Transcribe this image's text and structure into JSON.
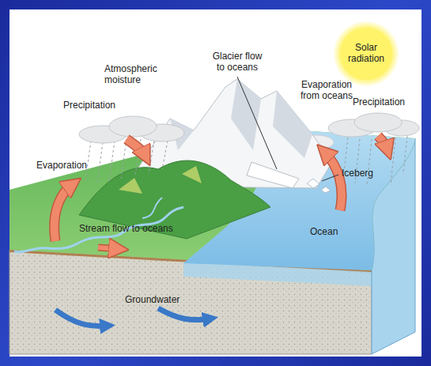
{
  "diagram": {
    "labels": [
      "Solar radiation",
      "Glacier flow to oceans",
      "Atmospheric moisture",
      "Evaporation from oceans",
      "Precipitation",
      "Precipitation",
      "Evaporation",
      "Iceberg",
      "Ocean",
      "Stream flow to oceans",
      "Groundwater"
    ]
  }
}
